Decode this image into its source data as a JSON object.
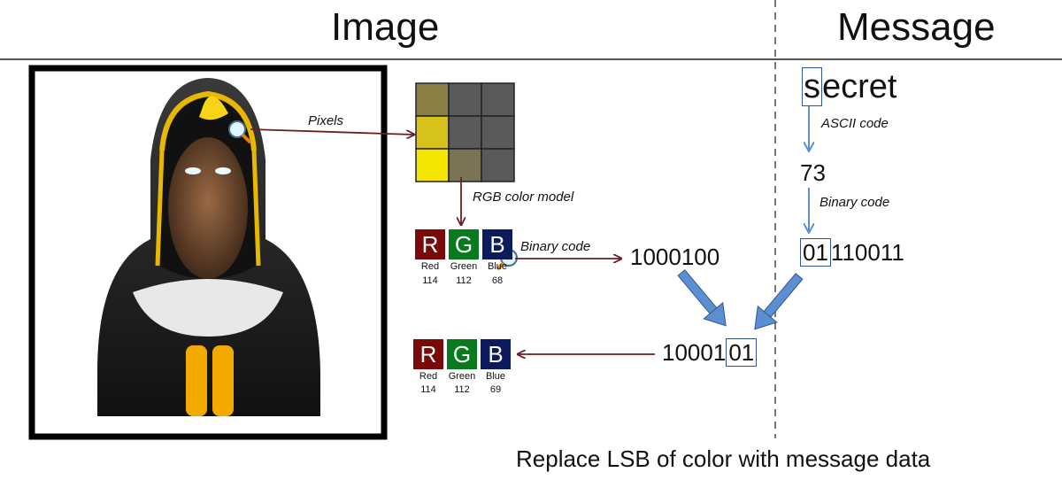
{
  "headers": {
    "image": "Image",
    "message": "Message"
  },
  "labels": {
    "pixels": "Pixels",
    "rgb_model": "RGB color model",
    "binary_code_left": "Binary code",
    "ascii_code": "ASCII code",
    "binary_code_right": "Binary code"
  },
  "message": {
    "word_first": "s",
    "word_rest": "ecret",
    "ascii_value": "73",
    "binary_first": "01",
    "binary_rest": "110011"
  },
  "color_binary": "1000100",
  "result_binary": {
    "prefix": "10001",
    "replaced": "01"
  },
  "original_rgb": {
    "letters": [
      "R",
      "G",
      "B"
    ],
    "names": [
      "Red",
      "Green",
      "Blue"
    ],
    "values": [
      "114",
      "112",
      "68"
    ]
  },
  "modified_rgb": {
    "letters": [
      "R",
      "G",
      "B"
    ],
    "names": [
      "Red",
      "Green",
      "Blue"
    ],
    "values": [
      "114",
      "112",
      "69"
    ]
  },
  "footer": "Replace LSB of color with message data",
  "colors": {
    "red": "#7a0a0a",
    "green": "#0a7a1e",
    "blue": "#0b1b5e",
    "arrow_dark": "#6b1f1f",
    "arrow_blue": "#5b8fd1"
  }
}
